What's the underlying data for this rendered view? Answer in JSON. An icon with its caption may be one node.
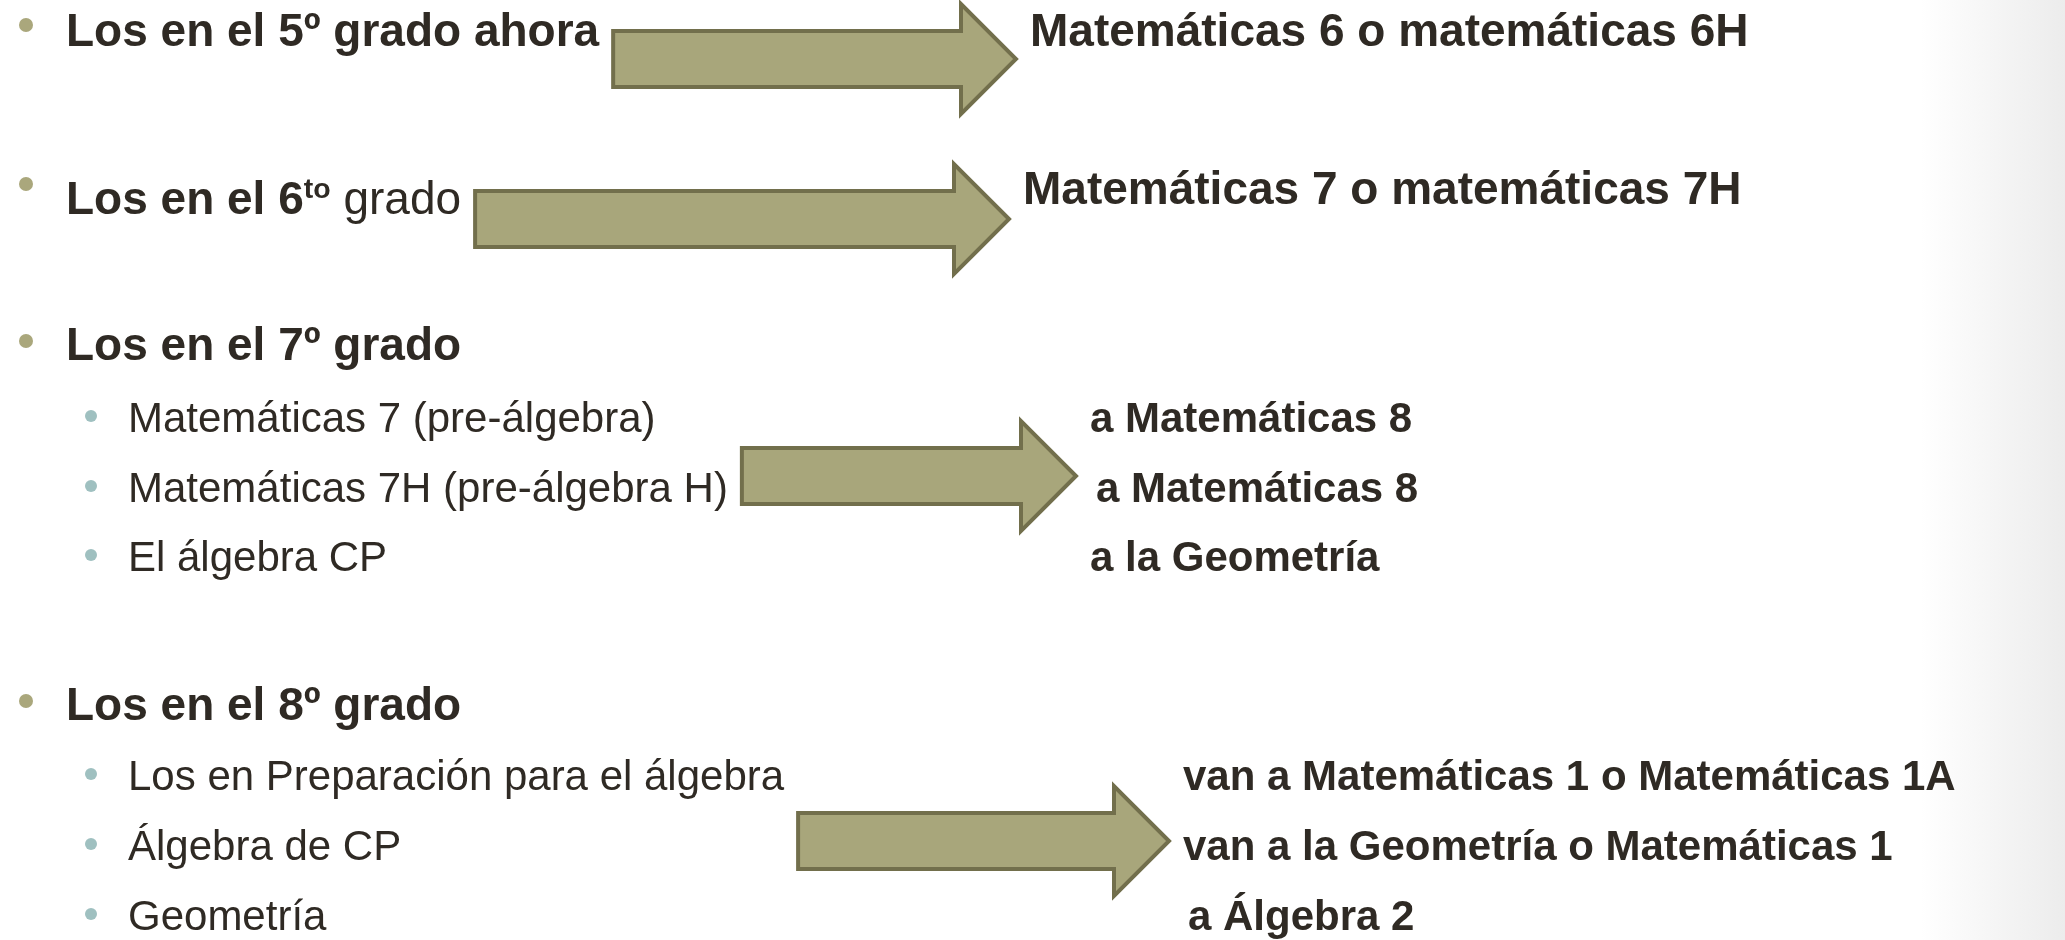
{
  "diagram": {
    "nodes": [
      {
        "text": [
          "Los en el 5º grado ahora"
        ]
      },
      {
        "text": [
          "Matemáticas 6 o matemáticas 6H"
        ]
      },
      {
        "text": [
          "**Los en el 6**$^{to}$ grado"
        ]
      },
      {
        "text": [
          "Matemáticas 7 o matemáticas 7H"
        ]
      },
      {
        "text": [
          "Matemáticas 7 (pre-álgebra)",
          "Matemáticas 7H (pre-álgebra H)",
          "El álgebra CP"
        ]
      },
      {
        "text": [
          "a Matemáticas 8",
          "a Matemáticas 8",
          "a la Geometría"
        ]
      },
      {
        "text": [
          "Los en Preparación para el álgebra",
          "Álgebra de CP",
          "Geometría"
        ]
      },
      {
        "text": [
          "van a Matemáticas 1 o Matemáticas 1A",
          "van a la Geometría o Matemáticas 1",
          "a Álgebra 2"
        ]
      }
    ],
    "edges": [
      {
        "from": 0,
        "to": 1,
        "arrow": "to"
      },
      {
        "from": 2,
        "to": 3,
        "arrow": "to"
      },
      {
        "from": 4,
        "to": 5,
        "arrow": "to"
      },
      {
        "from": 6,
        "to": 7,
        "arrow": "to"
      }
    ],
    "labels": [
      "Los en el 7º grado",
      "Los en el 8º grado"
    ]
  }
}
